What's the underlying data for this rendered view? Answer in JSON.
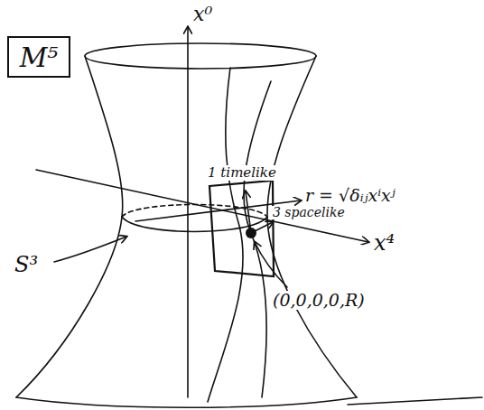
{
  "diagram": {
    "nodes": [
      {
        "text": [
          "M⁵"
        ]
      }
    ],
    "labels": [
      "x⁰",
      "1 timelike",
      "r = √δᵢⱼxⁱxʲ",
      "3 spacelike",
      "x⁴",
      "S³",
      "(0,0,0,0,R)"
    ]
  }
}
